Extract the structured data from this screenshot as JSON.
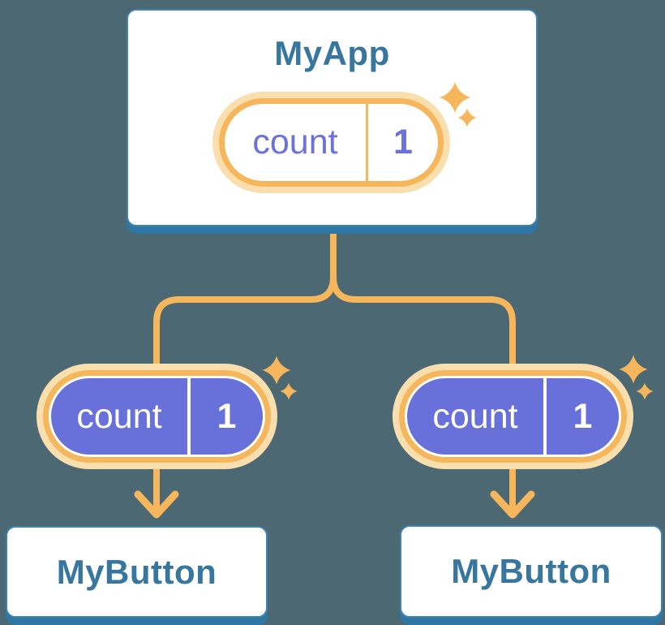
{
  "diagram": {
    "description": "Component tree diagram: parent component sharing state with two child components",
    "background_color": "#4C6873",
    "accent_orange": "#F6B75C",
    "glow_orange": "#FADFAE",
    "state_purple": "#6870D9",
    "state_text_purple": "#6B73DA",
    "heading_blue": "#36769F",
    "card_edge_blue": "#2E76A4",
    "card_border_blue": "#3F83AF",
    "root": {
      "title": "MyApp",
      "state": {
        "label": "count",
        "value": "1"
      }
    },
    "children": [
      {
        "title": "MyButton",
        "state": {
          "label": "count",
          "value": "1"
        }
      },
      {
        "title": "MyButton",
        "state": {
          "label": "count",
          "value": "1"
        }
      }
    ]
  }
}
